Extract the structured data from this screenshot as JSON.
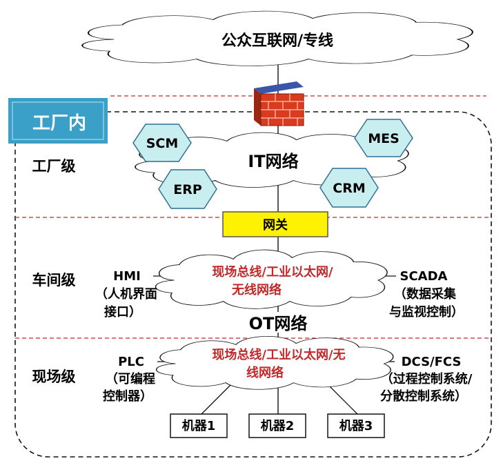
{
  "internet": {
    "label": "公众互联网/专线"
  },
  "factory": {
    "label": "工厂内"
  },
  "levels": {
    "factory_level": "工厂级",
    "workshop_level": "车间级",
    "field_level": "现场级"
  },
  "it_network": {
    "label": "IT网络",
    "systems": [
      "SCM",
      "MES",
      "ERP",
      "CRM"
    ]
  },
  "gateway": {
    "label": "网关"
  },
  "ot_network": {
    "label": "OT网络"
  },
  "workshop_bus": {
    "line1": "现场总线/工业以太网/",
    "line2": "无线网络"
  },
  "field_bus": {
    "line1": "现场总线/工业以太网/无",
    "line2": "线网络"
  },
  "hmi": {
    "line1": "HMI",
    "line2": "（人机界面",
    "line3": "接口）"
  },
  "scada": {
    "line1": "SCADA",
    "line2": "（数据采集",
    "line3": "与监视控制）"
  },
  "plc": {
    "line1": "PLC",
    "line2": "（可编程",
    "line3": "控制器）"
  },
  "dcs": {
    "line1": "DCS/FCS",
    "line2": "（过程控制系统/",
    "line3": "分散控制系统）"
  },
  "machines": [
    "机器1",
    "机器2",
    "机器3"
  ],
  "colors": {
    "cloud_stroke": "#111111",
    "hexagon_fill": "#c9eef0",
    "hexagon_stroke": "#2f6f8f",
    "gateway_fill": "#fff200",
    "gateway_stroke": "#555555",
    "factory_tag": "#3aa0c8",
    "bus_text": "#c0282a",
    "divider": "#c0282a",
    "firewall_brick": "#d93b1e",
    "firewall_top": "#3a56a8"
  }
}
